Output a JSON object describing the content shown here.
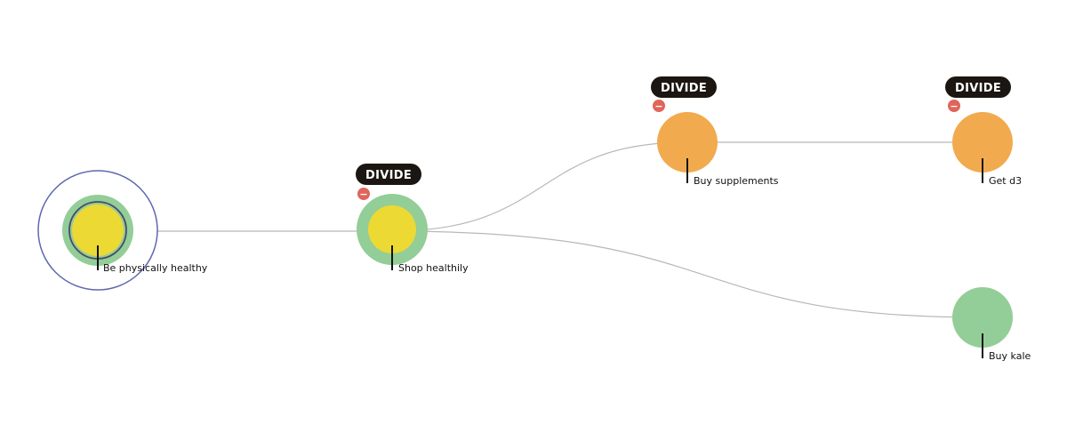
{
  "colors": {
    "edge": "#b8b8b8",
    "node_green": "#93cd97",
    "node_orange": "#f2aa4f",
    "core_yellow": "#ecd934",
    "focus_ring": "#5e68b0",
    "inner_ring": "#4a4a68",
    "divide_bg": "#1b1611",
    "divide_text": "#ffffff",
    "minus_bg": "#e0655a",
    "stem": "#111111"
  },
  "nodes": {
    "root": {
      "label": "Be physically healthy"
    },
    "shop": {
      "label": "Shop healthily",
      "divide": "DIVIDE",
      "collapse": "−"
    },
    "supplements": {
      "label": "Buy supplements",
      "divide": "DIVIDE",
      "collapse": "−"
    },
    "d3": {
      "label": "Get d3",
      "divide": "DIVIDE",
      "collapse": "−"
    },
    "kale": {
      "label": "Buy kale"
    }
  }
}
